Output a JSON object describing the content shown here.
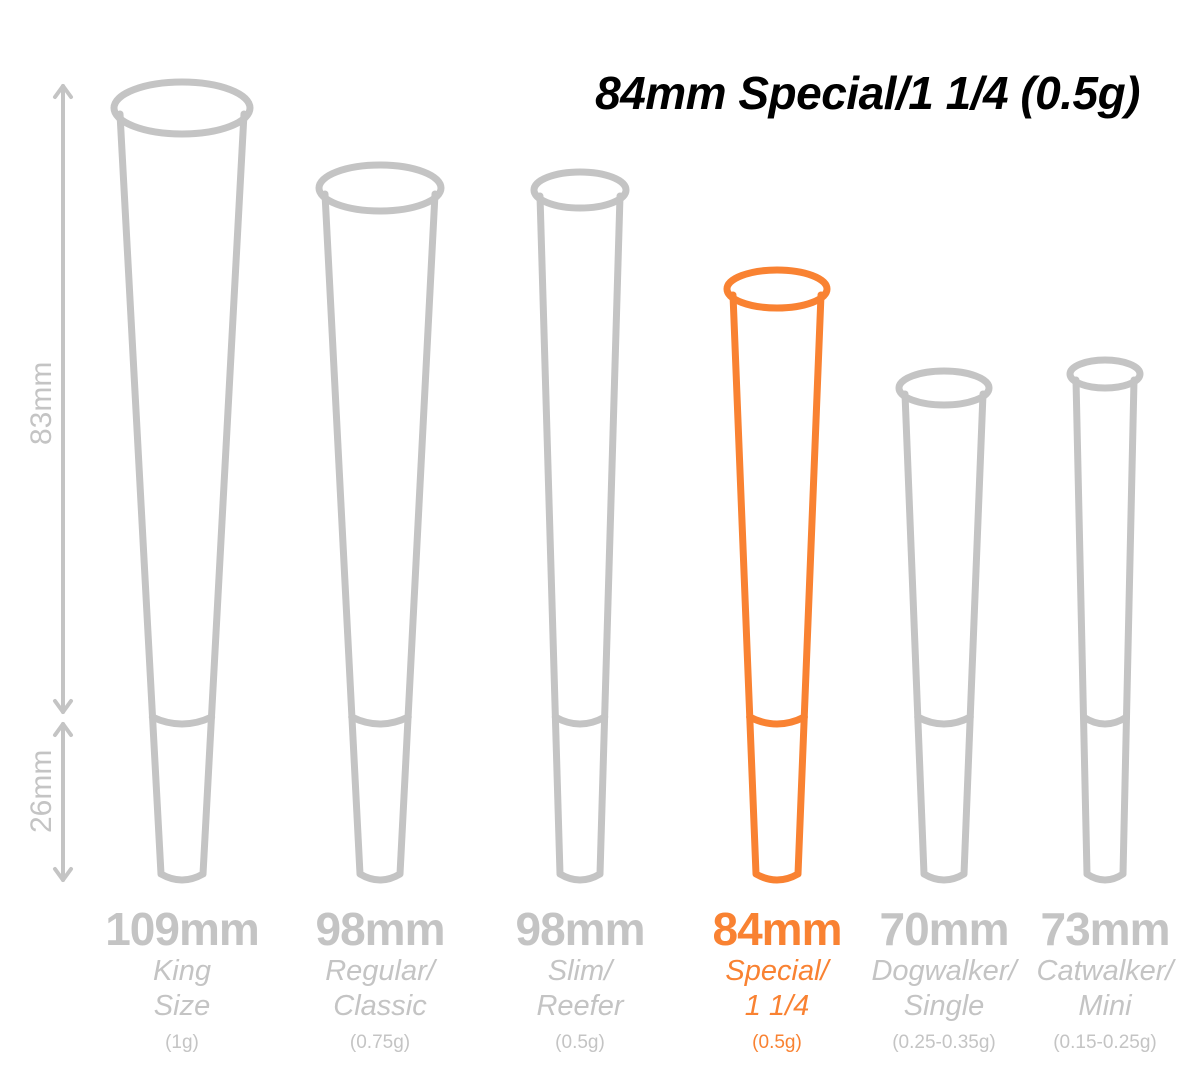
{
  "title": "84mm Special/1 1/4 (0.5g)",
  "measurements": {
    "top_length": "83mm",
    "filter_length": "26mm"
  },
  "colors": {
    "gray": "#c4c4c4",
    "highlight": "#f98232",
    "title": "#000000"
  },
  "cones": [
    {
      "size": "109mm",
      "name_line1": "King",
      "name_line2": "Size",
      "weight": "(1g)",
      "highlighted": false
    },
    {
      "size": "98mm",
      "name_line1": "Regular/",
      "name_line2": "Classic",
      "weight": "(0.75g)",
      "highlighted": false
    },
    {
      "size": "98mm",
      "name_line1": "Slim/",
      "name_line2": "Reefer",
      "weight": "(0.5g)",
      "highlighted": false
    },
    {
      "size": "84mm",
      "name_line1": "Special/",
      "name_line2": "1 1/4",
      "weight": "(0.5g)",
      "highlighted": true
    },
    {
      "size": "70mm",
      "name_line1": "Dogwalker/",
      "name_line2": "Single",
      "weight": "(0.25-0.35g)",
      "highlighted": false
    },
    {
      "size": "73mm",
      "name_line1": "Catwalker/",
      "name_line2": "Mini",
      "weight": "(0.15-0.25g)",
      "highlighted": false
    }
  ]
}
